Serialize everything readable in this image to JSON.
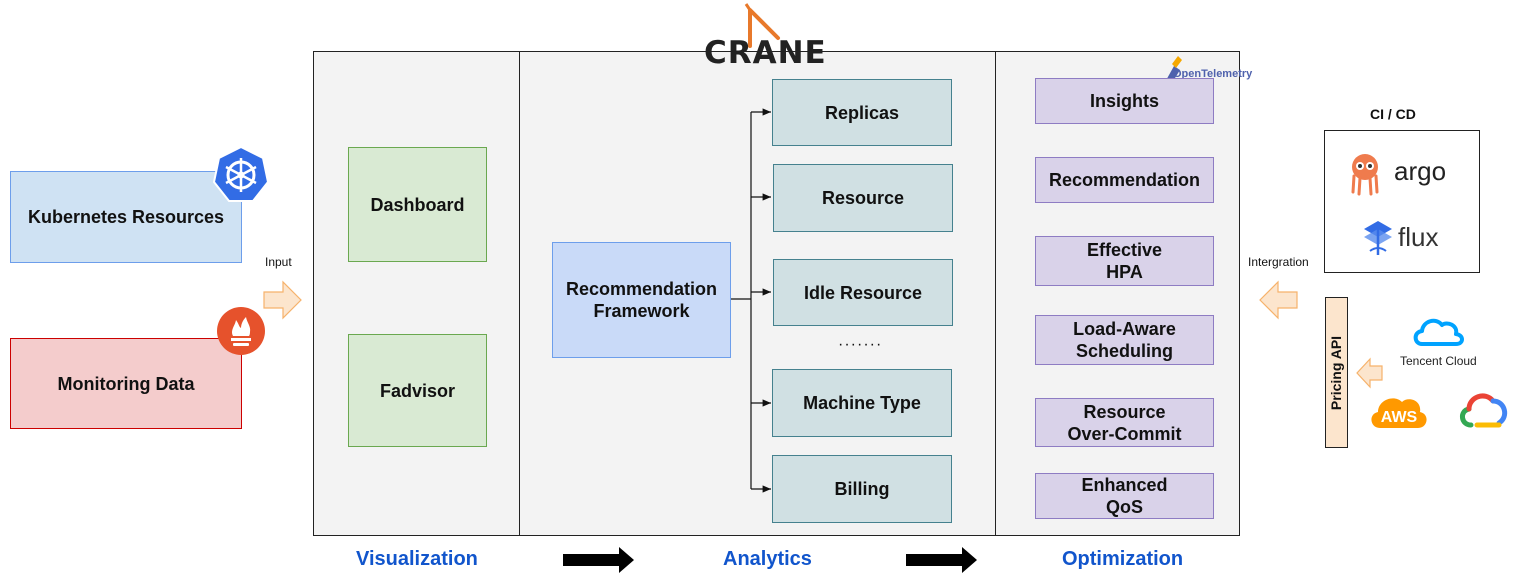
{
  "logo": {
    "text": "CRANE",
    "colors": {
      "dark": "#222222",
      "accent": "#e8792b"
    }
  },
  "opentelemetry": {
    "text": "OpenTelemetry",
    "colors": {
      "text": "#4f62ad",
      "icon": "#f5a800"
    }
  },
  "inputs": {
    "kubernetes": {
      "label": "Kubernetes Resources",
      "icon": "kubernetes-wheel-icon",
      "fill": "#cfe2f3",
      "stroke": "#6d9eeb",
      "icon_color": "#326ce5"
    },
    "monitoring": {
      "label": "Monitoring Data",
      "icon": "prometheus-flame-icon",
      "fill": "#f4cccc",
      "stroke": "#cc0000",
      "icon_color": "#e6522c"
    },
    "input_label": "Input"
  },
  "visualization": {
    "items": [
      {
        "label": "Dashboard"
      },
      {
        "label": "Fadvisor"
      }
    ],
    "fill": "#d9ead3",
    "stroke": "#6aa84f"
  },
  "analytics": {
    "framework": {
      "label": "Recommendation\nFramework",
      "fill": "#c9daf8",
      "stroke": "#6d9eeb"
    },
    "recommenders": [
      {
        "label": "Replicas"
      },
      {
        "label": "Resource"
      },
      {
        "label": "Idle Resource"
      },
      {
        "label": "Machine Type"
      },
      {
        "label": "Billing"
      }
    ],
    "ellipsis": "·······",
    "fill": "#d0e0e3",
    "stroke": "#45818e"
  },
  "optimization": {
    "items": [
      {
        "label": "Insights"
      },
      {
        "label": "Recommendation"
      },
      {
        "label": "Effective\nHPA"
      },
      {
        "label": "Load-Aware\nScheduling"
      },
      {
        "label": "Resource\nOver-Commit"
      },
      {
        "label": "Enhanced\nQoS"
      }
    ],
    "fill": "#d9d2e9",
    "stroke": "#8e7cc3"
  },
  "integrations": {
    "cicd": {
      "title": "CI / CD",
      "tools": [
        "argo",
        "flux"
      ],
      "icons": [
        "argo-octopus-icon",
        "flux-icon"
      ]
    },
    "integration_label": "Intergration",
    "pricing_api": {
      "label": "Pricing API",
      "fill": "#fce5cd",
      "stroke": "#e69138"
    },
    "clouds": {
      "tencent": "Tencent Cloud",
      "aws": "AWS",
      "icons": [
        "tencent-cloud-icon",
        "aws-icon",
        "google-cloud-icon"
      ]
    }
  },
  "stages": [
    "Visualization",
    "Analytics",
    "Optimization"
  ],
  "colors": {
    "stage_text": "#1155cc",
    "panel_bg": "#f3f3f3",
    "arrow_fill": "#fce5cd",
    "arrow_stroke": "#f6b26b"
  }
}
